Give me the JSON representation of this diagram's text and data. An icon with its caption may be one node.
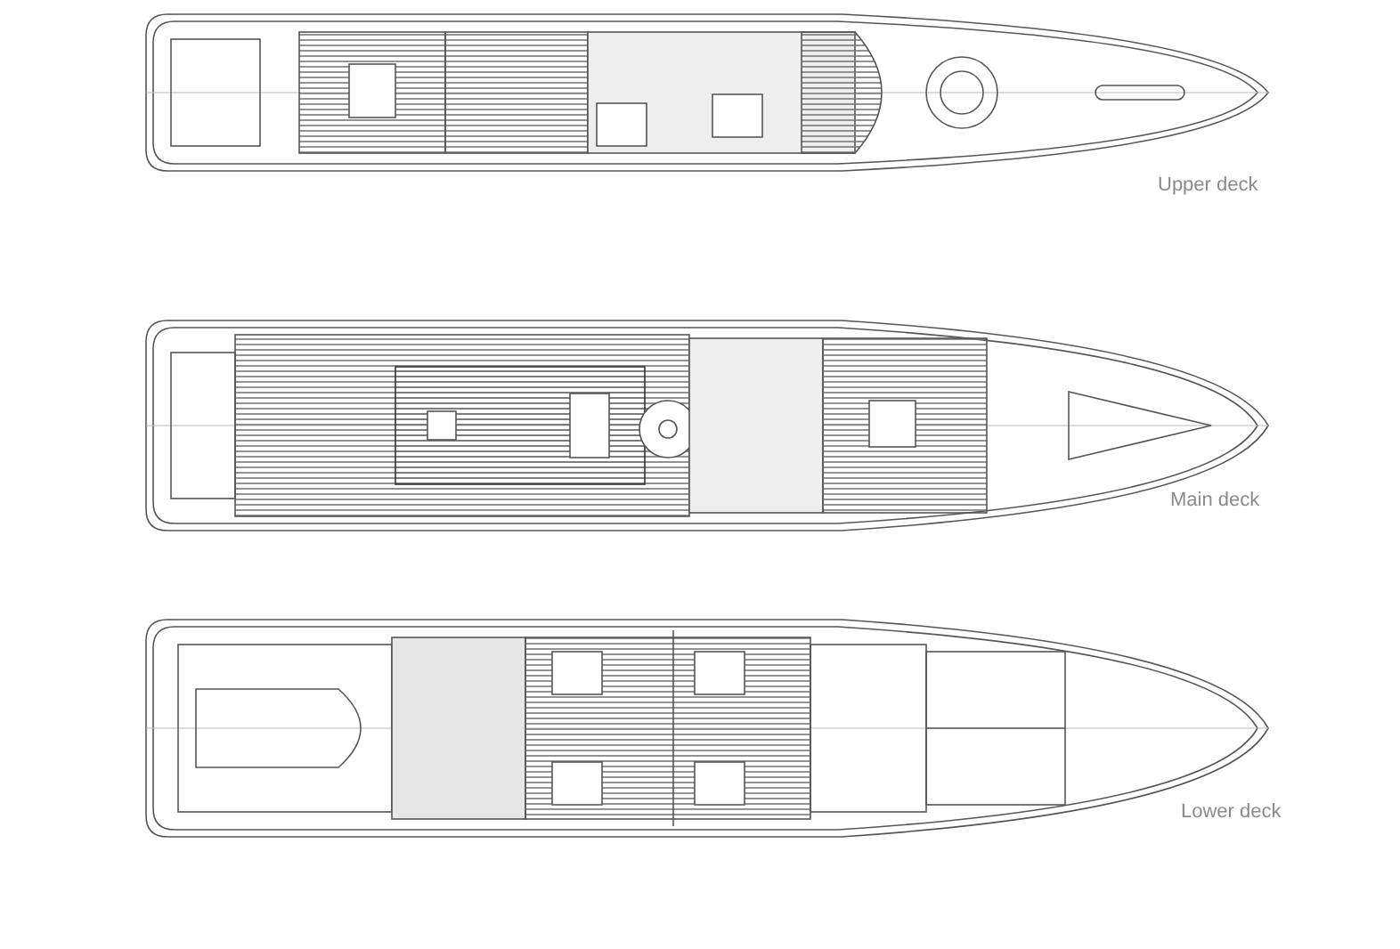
{
  "diagram": {
    "labels": [
      "Upper deck",
      "Main deck",
      "Lower deck"
    ]
  }
}
